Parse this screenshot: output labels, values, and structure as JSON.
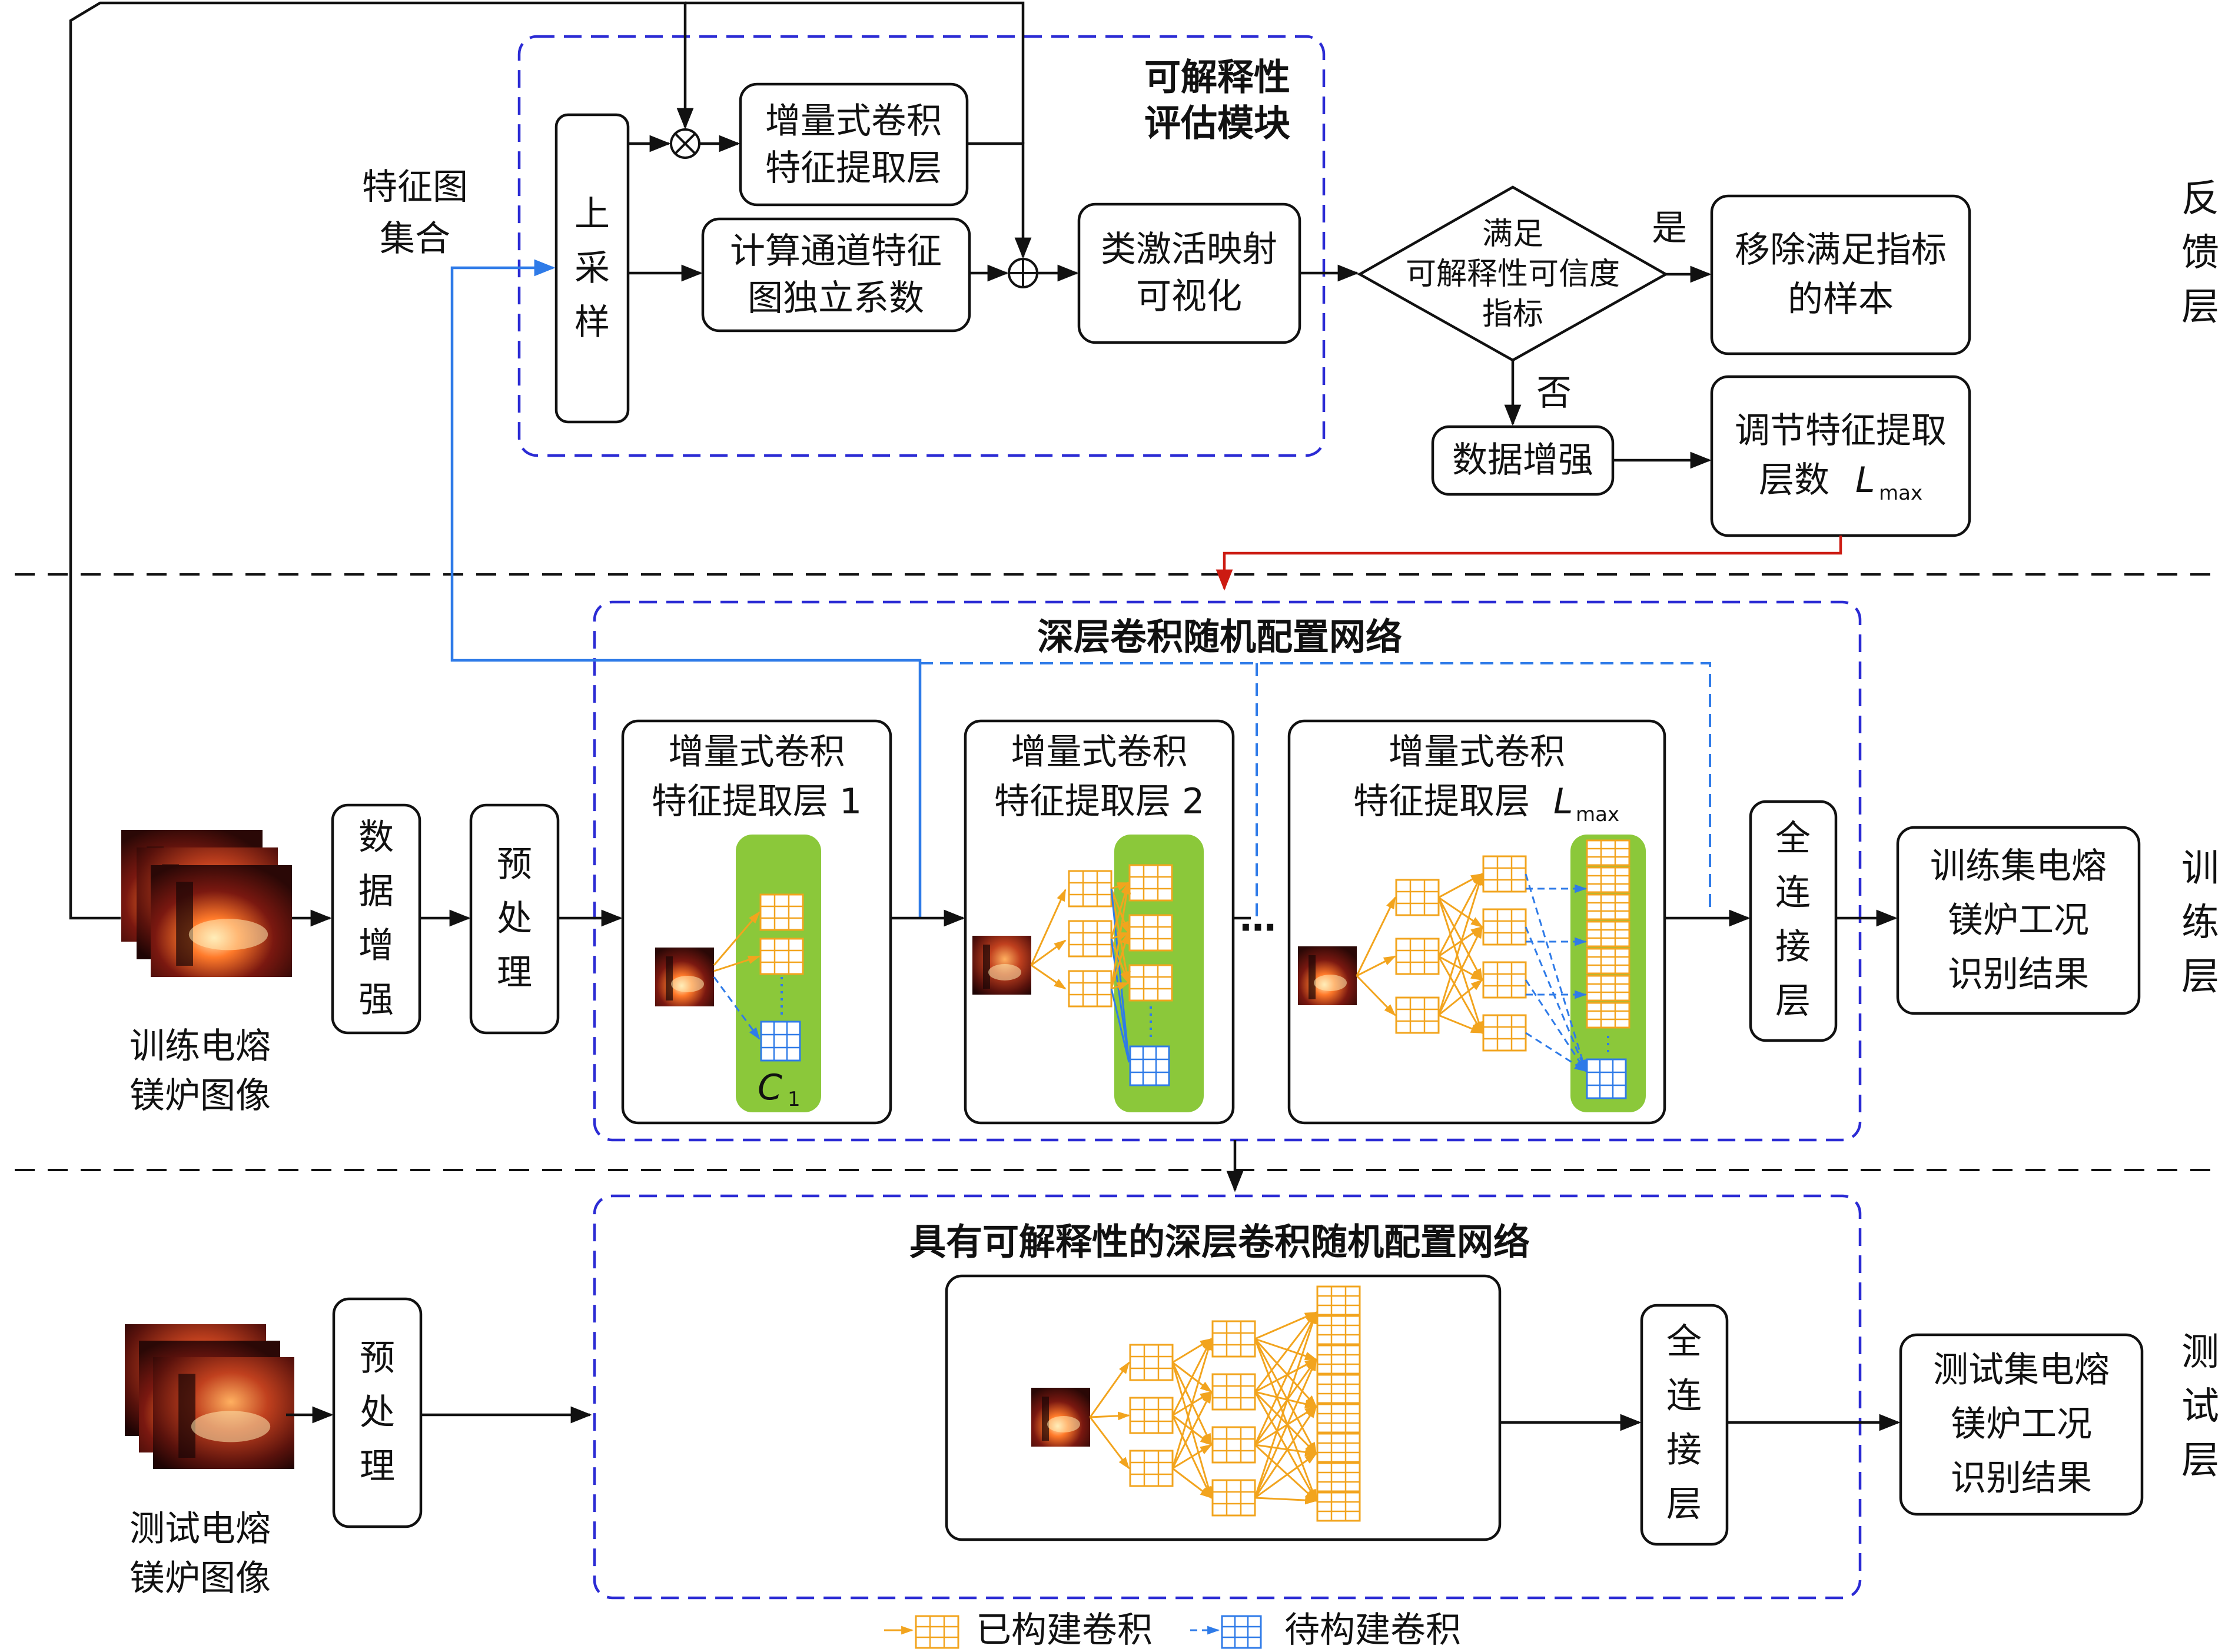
{
  "labels": {
    "feature_map_set": [
      "特征图",
      "集合"
    ],
    "upsample": [
      "上",
      "采",
      "样"
    ],
    "incremental_conv_extract": [
      "增量式卷积",
      "特征提取层"
    ],
    "channel_coeff": [
      "计算通道特征",
      "图独立系数"
    ],
    "cam_vis": [
      "类激活映射",
      "可视化"
    ],
    "interpretability_module": [
      "可解释性",
      "评估模块"
    ],
    "decision": [
      "满足",
      "可解释性可信度",
      "指标"
    ],
    "yes": "是",
    "no": "否",
    "remove_samples": [
      "移除满足指标",
      "的样本"
    ],
    "data_augment_top": "数据增强",
    "adjust_layers": [
      "调节特征提取",
      "层数"
    ],
    "lmax_sym": "L",
    "lmax_sub": "max",
    "deep_net_title": "深层卷积随机配置网络",
    "layer1": [
      "增量式卷积",
      "特征提取层 1"
    ],
    "layer2": [
      "增量式卷积",
      "特征提取层 2"
    ],
    "layerL": [
      "增量式卷积",
      "特征提取层"
    ],
    "c1_sym": "C",
    "c1_sub": "1",
    "ellipsis": "…",
    "data_augment_mid": [
      "数",
      "据",
      "增",
      "强"
    ],
    "preprocess": [
      "预",
      "处",
      "理"
    ],
    "fc": [
      "全",
      "连",
      "接",
      "层"
    ],
    "train_result": [
      "训练集电熔",
      "镁炉工况",
      "识别结果"
    ],
    "train_images": [
      "训练电熔",
      "镁炉图像"
    ],
    "interp_net_title": "具有可解释性的深层卷积随机配置网络",
    "test_images": [
      "测试电熔",
      "镁炉图像"
    ],
    "test_result": [
      "测试集电熔",
      "镁炉工况",
      "识别结果"
    ],
    "legend_built": "已构建卷积",
    "legend_tobuild": "待构建卷积"
  },
  "sides": {
    "feedback": [
      "反",
      "馈",
      "层"
    ],
    "train": [
      "训",
      "练",
      "层"
    ],
    "test": [
      "测",
      "试",
      "层"
    ]
  },
  "colors": {
    "module_border": "#2b2bd4",
    "feature_link": "#2f7be8",
    "feedback_arrow": "#cc1b12",
    "built_conv": "#f2a41e",
    "pending_conv": "#2f7be8",
    "conv_panel": "#8bc83a"
  }
}
